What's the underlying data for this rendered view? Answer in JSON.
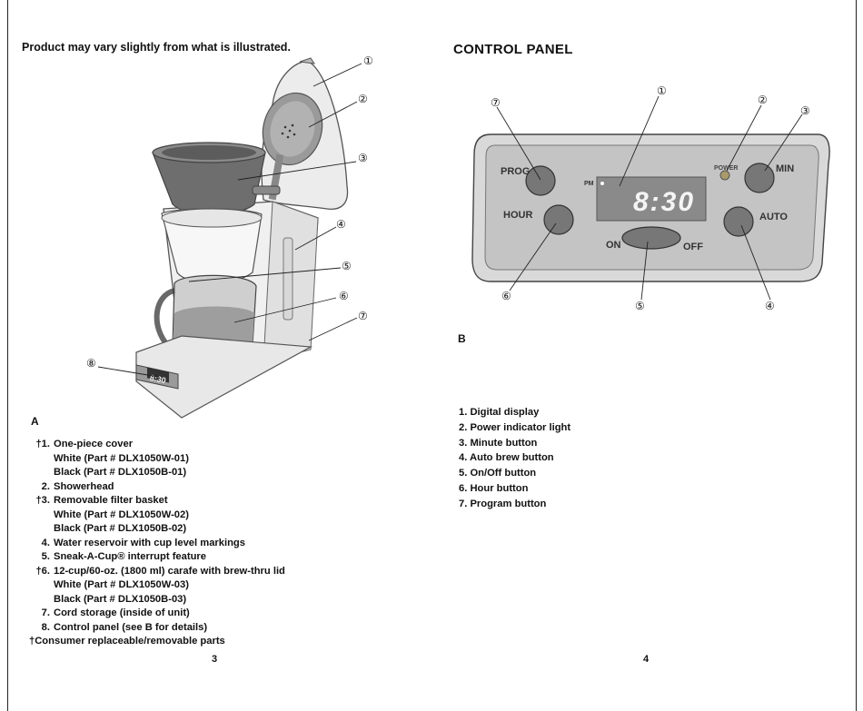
{
  "left_page": {
    "note": "Product may vary slightly from what is illustrated.",
    "figure_label": "A",
    "callouts": [
      "①",
      "②",
      "③",
      "④",
      "⑤",
      "⑥",
      "⑦",
      "⑧"
    ],
    "display_time": "8:30",
    "parts": [
      {
        "num": "†1.",
        "text": "One-piece cover",
        "subs": [
          "White (Part # DLX1050W-01)",
          "Black (Part # DLX1050B-01)"
        ]
      },
      {
        "num": "2.",
        "text": "Showerhead",
        "subs": []
      },
      {
        "num": "†3.",
        "text": "Removable filter basket",
        "subs": [
          "White (Part # DLX1050W-02)",
          "Black (Part # DLX1050B-02)"
        ]
      },
      {
        "num": "4.",
        "text": "Water reservoir with cup level markings",
        "subs": []
      },
      {
        "num": "5.",
        "text": "Sneak-A-Cup® interrupt feature",
        "subs": []
      },
      {
        "num": "†6.",
        "text": "12-cup/60-oz. (1800 ml) carafe with brew-thru lid",
        "subs": [
          "White (Part # DLX1050W-03)",
          "Black (Part # DLX1050B-03)"
        ]
      },
      {
        "num": "7.",
        "text": "Cord storage (inside of unit)",
        "subs": []
      },
      {
        "num": "8.",
        "text": "Control panel (see B for details)",
        "subs": []
      }
    ],
    "footnote": "†Consumer replaceable/removable parts",
    "page_number": "3"
  },
  "right_page": {
    "heading": "CONTROL PANEL",
    "figure_label": "B",
    "panel": {
      "prog": "PROG",
      "hour": "HOUR",
      "power": "POWER",
      "min": "MIN",
      "auto": "AUTO",
      "on": "ON",
      "off": "OFF",
      "pm": "PM",
      "time": "8:30"
    },
    "callouts": [
      "①",
      "②",
      "③",
      "④",
      "⑤",
      "⑥",
      "⑦"
    ],
    "controls": [
      {
        "num": "1.",
        "text": "Digital display"
      },
      {
        "num": "2.",
        "text": "Power indicator light"
      },
      {
        "num": "3.",
        "text": "Minute button"
      },
      {
        "num": "4.",
        "text": "Auto brew button"
      },
      {
        "num": "5.",
        "text": "On/Off button"
      },
      {
        "num": "6.",
        "text": "Hour button"
      },
      {
        "num": "7.",
        "text": "Program button"
      }
    ],
    "page_number": "4"
  }
}
